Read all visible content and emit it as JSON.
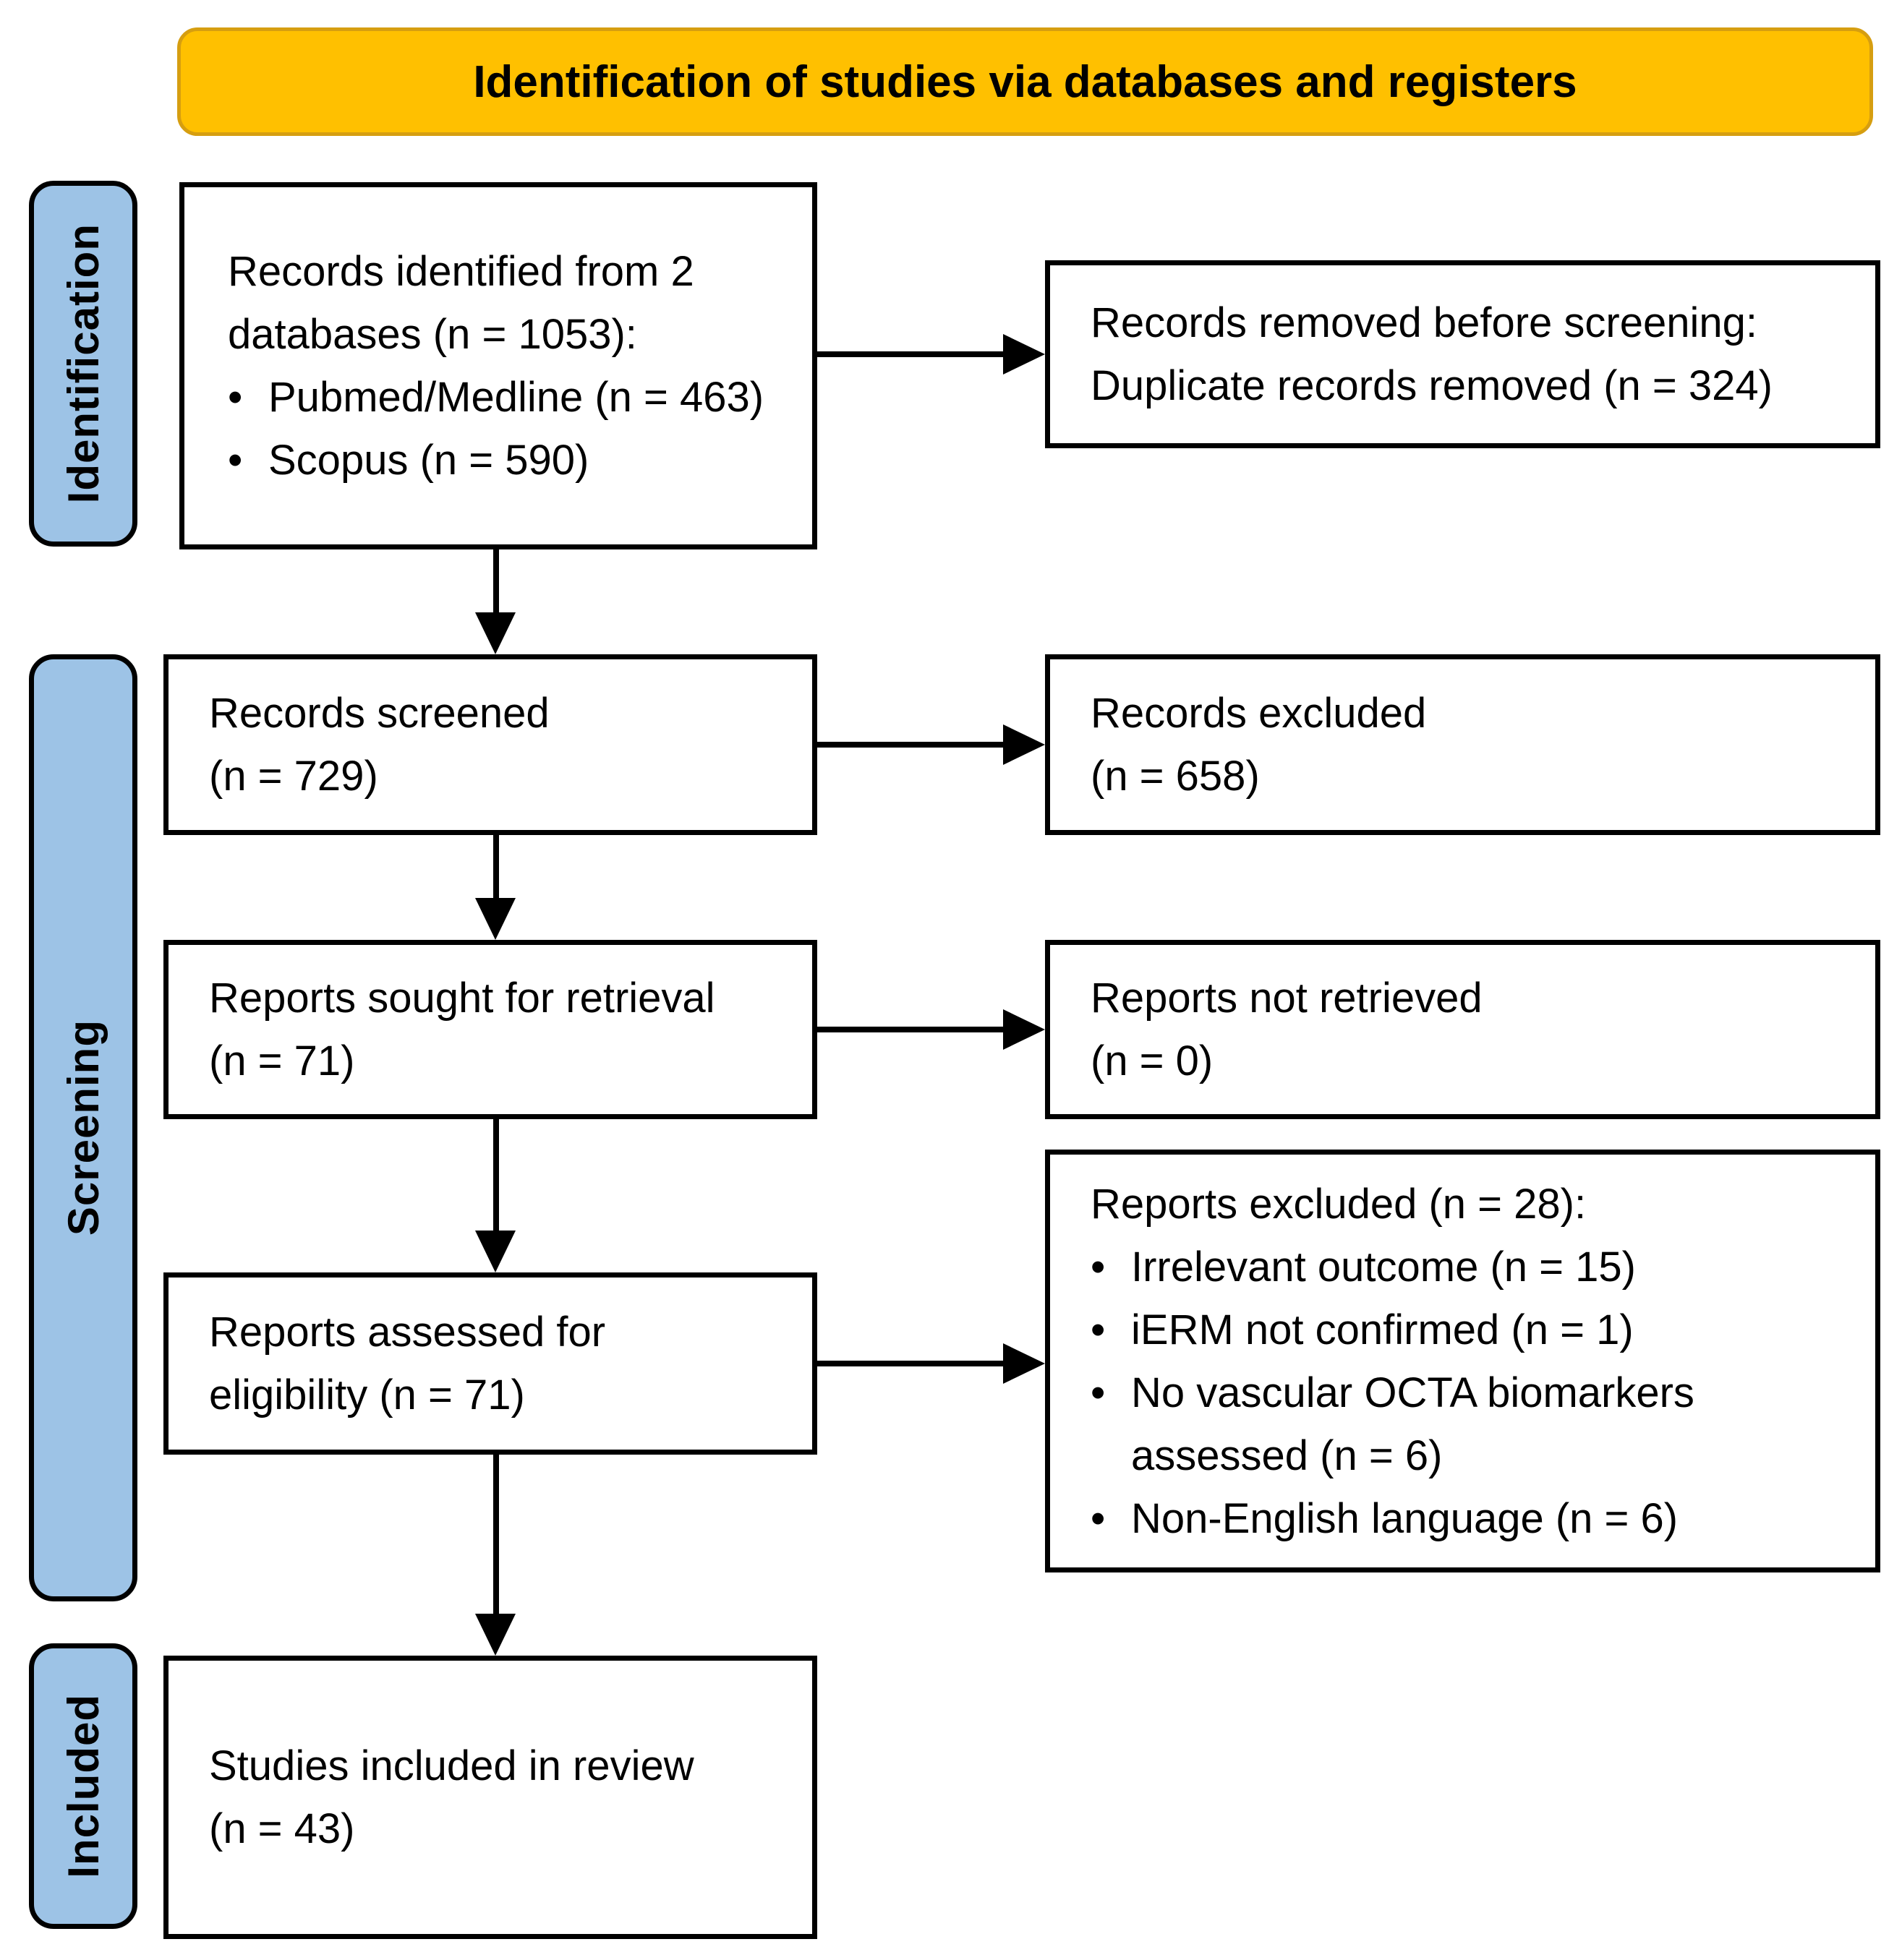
{
  "banner": {
    "title": "Identification of studies via databases and registers"
  },
  "stages": {
    "identification": "Identification",
    "screening": "Screening",
    "included": "Included"
  },
  "boxes": {
    "identified": {
      "lines": [
        "Records identified from 2",
        "databases (n = 1053):"
      ],
      "bullets": [
        "Pubmed/Medline (n = 463)",
        "Scopus (n = 590)"
      ]
    },
    "removed": {
      "lines": [
        "Records removed before screening:",
        "Duplicate records removed (n = 324)"
      ]
    },
    "screened": {
      "lines": [
        "Records screened",
        "(n = 729)"
      ]
    },
    "records_excluded": {
      "lines": [
        "Records excluded",
        "(n = 658)"
      ]
    },
    "sought": {
      "lines": [
        "Reports sought for retrieval",
        "(n = 71)"
      ]
    },
    "not_retrieved": {
      "lines": [
        "Reports not retrieved",
        "(n = 0)"
      ]
    },
    "assessed": {
      "lines": [
        "Reports assessed for",
        "eligibility (n = 71)"
      ]
    },
    "reports_excluded": {
      "lines": [
        "Reports excluded (n = 28):"
      ],
      "bullets": [
        "Irrelevant outcome (n = 15)",
        "iERM not confirmed (n = 1)",
        "No vascular OCTA biomarkers assessed (n = 6)",
        "Non-English language (n = 6)"
      ]
    },
    "included_studies": {
      "lines": [
        "Studies included in review",
        "(n = 43)"
      ]
    }
  },
  "colors": {
    "banner_bg": "#FFC000",
    "banner_border": "#D69E10",
    "stage_bg": "#9DC3E6",
    "box_border": "#000000",
    "box_bg": "#FFFFFF",
    "text": "#000000"
  }
}
